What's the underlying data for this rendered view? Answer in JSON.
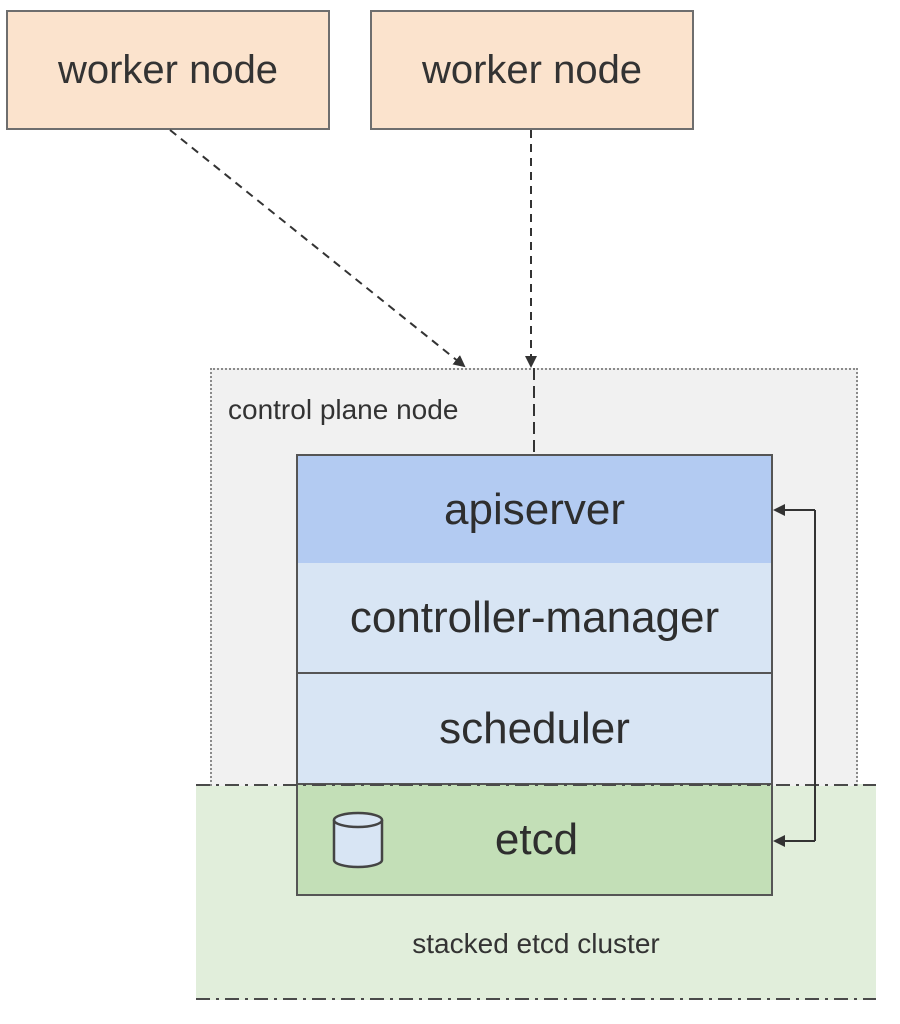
{
  "workers": [
    {
      "label": "worker node"
    },
    {
      "label": "worker node"
    }
  ],
  "control_plane": {
    "label": "control plane node",
    "components": {
      "apiserver": "apiserver",
      "controller_manager": "controller-manager",
      "scheduler": "scheduler",
      "etcd": "etcd"
    }
  },
  "etcd_cluster": {
    "label": "stacked etcd cluster"
  },
  "icons": {
    "etcd_store": "database-cylinder-icon"
  },
  "colors": {
    "worker_fill": "#fbe3cd",
    "control_plane_fill": "#f1f1f1",
    "apiserver_fill": "#b3cbf2",
    "component_fill": "#d8e5f4",
    "etcd_fill": "#c3dfb7",
    "etcd_cluster_fill": "#e1eedb"
  }
}
